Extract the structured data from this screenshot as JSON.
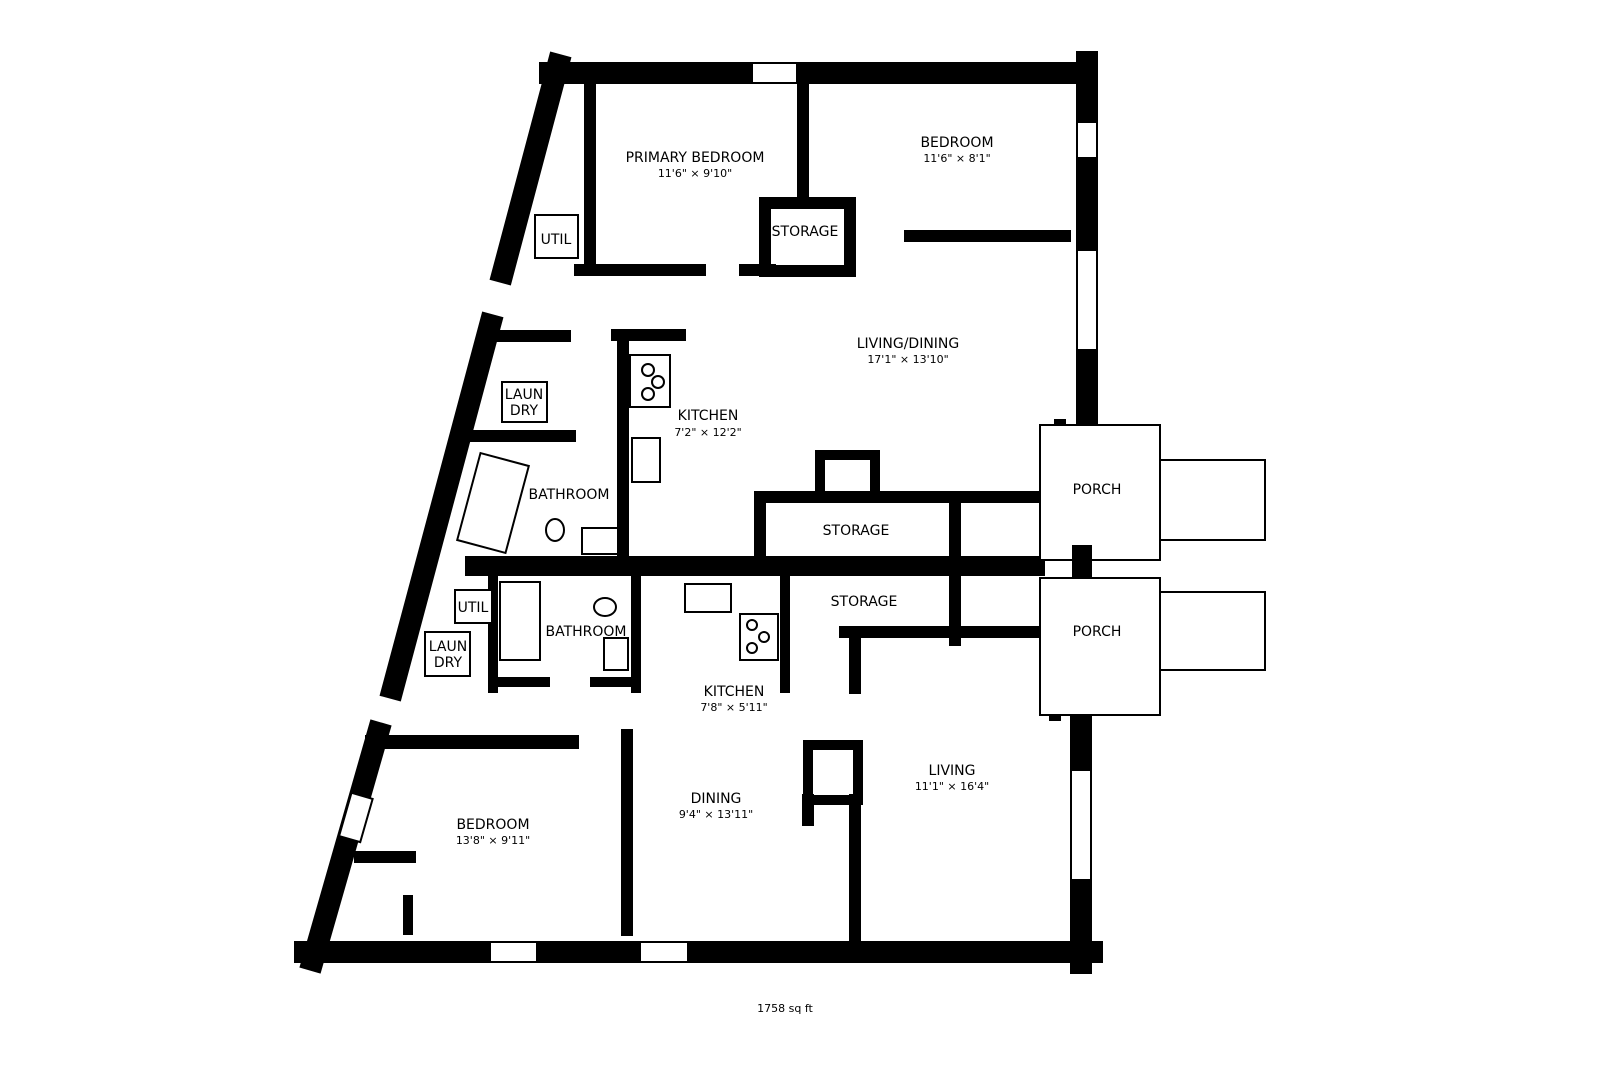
{
  "plan": {
    "total_area": "1758 sq ft",
    "rooms": [
      {
        "id": "primary-bedroom",
        "name": "PRIMARY BEDROOM",
        "dims": "11'6\" × 9'10\""
      },
      {
        "id": "bedroom-upper",
        "name": "BEDROOM",
        "dims": "11'6\" × 8'1\""
      },
      {
        "id": "storage-upper-1",
        "name": "STORAGE",
        "dims": ""
      },
      {
        "id": "util-upper",
        "name": "UTIL",
        "dims": ""
      },
      {
        "id": "living-dining",
        "name": "LIVING/DINING",
        "dims": "17'1\" × 13'10\""
      },
      {
        "id": "kitchen-upper",
        "name": "KITCHEN",
        "dims": "7'2\" × 12'2\""
      },
      {
        "id": "laundry-upper",
        "name": "LAUN",
        "name2": "DRY",
        "dims": ""
      },
      {
        "id": "bathroom-upper",
        "name": "BATHROOM",
        "dims": ""
      },
      {
        "id": "storage-upper-2",
        "name": "STORAGE",
        "dims": ""
      },
      {
        "id": "porch-upper",
        "name": "PORCH",
        "dims": ""
      },
      {
        "id": "storage-lower",
        "name": "STORAGE",
        "dims": ""
      },
      {
        "id": "util-lower",
        "name": "UTIL",
        "dims": ""
      },
      {
        "id": "bathroom-lower",
        "name": "BATHROOM",
        "dims": ""
      },
      {
        "id": "laundry-lower",
        "name": "LAUN",
        "name2": "DRY",
        "dims": ""
      },
      {
        "id": "porch-lower",
        "name": "PORCH",
        "dims": ""
      },
      {
        "id": "kitchen-lower",
        "name": "KITCHEN",
        "dims": "7'8\" × 5'11\""
      },
      {
        "id": "living-lower",
        "name": "LIVING",
        "dims": "11'1\" × 16'4\""
      },
      {
        "id": "dining-lower",
        "name": "DINING",
        "dims": "9'4\" × 13'11\""
      },
      {
        "id": "bedroom-lower",
        "name": "BEDROOM",
        "dims": "13'8\" × 9'11\""
      }
    ]
  }
}
